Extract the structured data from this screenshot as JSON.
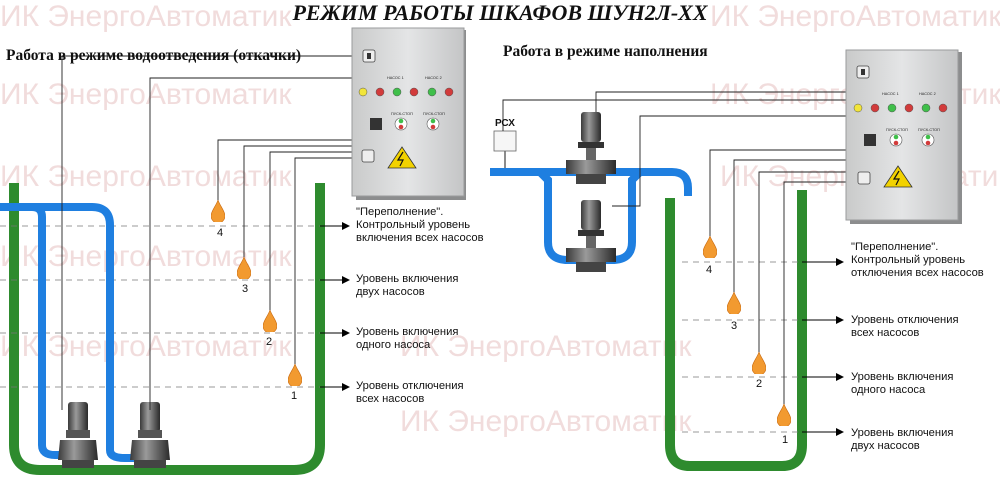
{
  "title": "РЕЖИМ РАБОТЫ ШКАФОВ ШУН2Л-ХХ",
  "watermark": "ИК ЭнергоАвтоматик",
  "colors": {
    "tank": "#2e8b2e",
    "pipe": "#1f7fe0",
    "drop": "#f29a30",
    "watermark": "#f1dcdc",
    "cabinet": "#d9dadb"
  },
  "left": {
    "heading": "Работа в режиме водоотведения (откачки)",
    "levels": [
      {
        "number": "4",
        "text": [
          "\"Переполнение\".",
          "Контрольный уровень",
          "включения всех насосов"
        ]
      },
      {
        "number": "3",
        "text": [
          "Уровень включения",
          "двух насосов"
        ]
      },
      {
        "number": "2",
        "text": [
          "Уровень включения",
          "одного насоса"
        ]
      },
      {
        "number": "1",
        "text": [
          "Уровень отключения",
          "всех насосов"
        ]
      }
    ]
  },
  "right": {
    "heading": "Работа в режиме наполнения",
    "relay_label": "РСХ",
    "levels": [
      {
        "number": "4",
        "text": [
          "\"Переполнение\".",
          "Контрольный уровень",
          "отключения всех насосов"
        ]
      },
      {
        "number": "3",
        "text": [
          "Уровень отключения",
          "всех насосов"
        ]
      },
      {
        "number": "2",
        "text": [
          "Уровень включения",
          "одного насоса"
        ]
      },
      {
        "number": "1",
        "text": [
          "Уровень включения",
          "двух насосов"
        ]
      }
    ]
  },
  "cabinet": {
    "pump1_label": "НАСОС 1",
    "pump2_label": "НАСОС 2",
    "start_stop_label": "ПУСК-СТОП"
  }
}
